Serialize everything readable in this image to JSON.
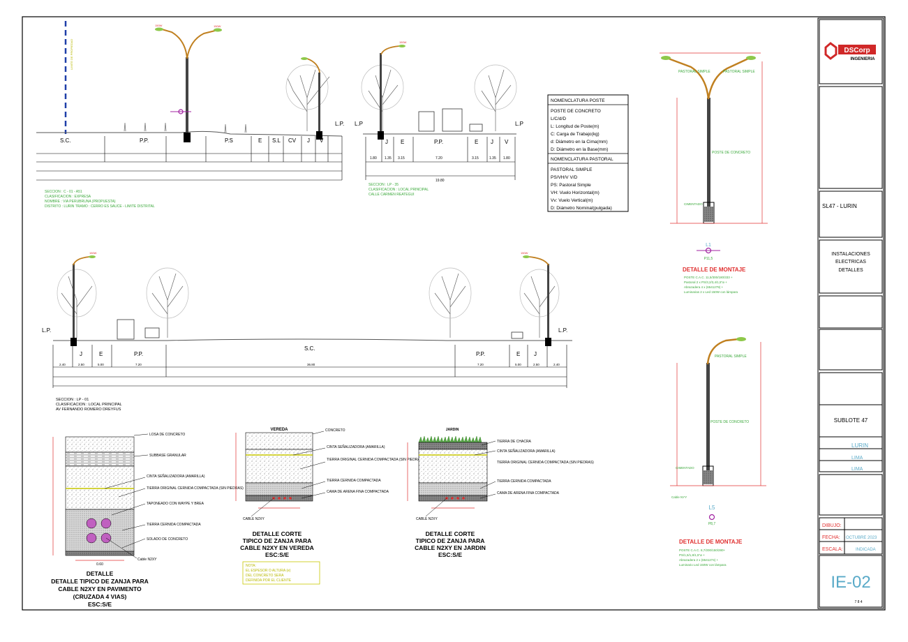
{
  "colors": {
    "line": "#000000",
    "green": "#3aa83a",
    "red": "#e03030",
    "cyan": "#5aaac8",
    "yellow": "#c8c800",
    "blue": "#1e3ea8"
  },
  "top_left_section": {
    "power_labels": [
      "150W",
      "150W"
    ],
    "band_labels": [
      "S.C.",
      "P.P.",
      "P.S",
      "E",
      "S.L",
      "CV",
      "J",
      "V"
    ],
    "lp_label": "L.P.",
    "caption": [
      "SECCION : C - 01 - A51",
      "CLASIFICACION : EXPRESA",
      "NOMBRE   : VIA PERUBRUNA (PROPUESTA)",
      "DISTRITO : LURIN TRAMO : CERRO ES SAUCE - LIMITE DISTRITAL"
    ]
  },
  "top_mid_section": {
    "power_label": "150W",
    "lp_left": "L.P",
    "lp_right": "L.P",
    "band_labels": [
      "J",
      "E",
      "P.P.",
      "E",
      "J",
      "V"
    ],
    "dims": [
      "1.80",
      "1.35",
      "3.15",
      "7.20",
      "3.15",
      "1.35",
      "1.80"
    ],
    "total": "19.80",
    "caption": [
      "SECCION : LP - 35",
      "CLASIFICACION : LOCAL PRINCIPAL",
      "CALLE CARMEN REATEGUI"
    ]
  },
  "nomenclature": {
    "poste_title": "NOMENCLATURA POSTE",
    "poste_lines": [
      "POSTE DE CONCRETO",
      "L/C/d/D",
      "L: Longitud de Poste(m)",
      "C: Carga de Trabajo(kg)",
      "d: Diámetro en la Cima(mm)",
      "D: Diámetro en la Base(mm)"
    ],
    "pastoral_title": "NOMENCLATURA PASTORAL",
    "pastoral_lines": [
      "PASTORAL SIMPLE",
      "PS/VH/V V/D",
      "PS: Pastoral Simple",
      "VH: Vuelo Horizontal(m)",
      "Vv: Vuelo Vertical(m)",
      "D: Diámetro Nominal(pulgada)"
    ]
  },
  "mount_detail_1": {
    "top_labels": [
      "PASTORAL SIMPLE",
      "PASTORAL SIMPLE"
    ],
    "pole_label": "POSTE DE CONCRETO",
    "base_label": "CIMENTADO",
    "symbol_id": "L1",
    "symbol_code": "P11,5",
    "title": "DETALLE  DE  MONTAJE",
    "lines": [
      "POSTE C.A.C. 11,5/300/180/333 +",
      "Pastoral 2 x PS/3,2/3,4/1,5\"ø +",
      "Abrazadera 4 x (6541279) +",
      "Luminarias 2 x Led 150W con lámpara"
    ]
  },
  "mount_detail_2": {
    "top_label": "PASTORAL SIMPLE",
    "pole_label": "POSTE DE CONCRETO",
    "base_label": "CIMENTADO",
    "cable_label": "Cable NYY",
    "symbol_id": "L5",
    "symbol_code": "P8,7",
    "title": "DETALLE  DE  MONTAJE",
    "lines": [
      "POSTE C.A.C. 8,7/200/150/280+",
      "PS/1,5/1,8/1,5\"ø +",
      "Abrazadera 2 x (6541274) +",
      "Luminario Led 150W con lámpara"
    ]
  },
  "bottom_section": {
    "power_labels": [
      "150W",
      "150W"
    ],
    "lp_left": "L.P.",
    "lp_right": "L.P.",
    "band_labels": [
      "J",
      "E",
      "P.P.",
      "S.C.",
      "P.P.",
      "E",
      "J"
    ],
    "dims": [
      "2.40",
      "2.50",
      "5.00",
      "7.20",
      "36.80",
      "7.20",
      "5.00",
      "2.50",
      "2.40"
    ],
    "caption": [
      "SECCION : LP - 01",
      "CLASIFICACION : LOCAL PRINCIPAL",
      "AV FERNANDO ROMERO DREYFUS"
    ]
  },
  "trench_pavement": {
    "labels": [
      "LOSA DE CONCRETO",
      "SUBBASE GRANULAR",
      "CINTA SEÑALIZADORA (AMARILLA)",
      "TIERRA ORIGINAL CERNIDA COMPACTADA (SIN PIEDRAS)",
      "TAPONEADO CON WAYPE Y BREA",
      "TIERRA CERNIDA COMPACTADA",
      "SOLADO DE CONCRETO",
      "Cable N2XY"
    ],
    "dim_bottom": "0.60",
    "title": [
      "DETALLE",
      "DETALLE TIPICO DE ZANJA PARA",
      "CABLE N2XY EN PAVIMENTO",
      "(CRUZADA 4 VIAS)",
      "ESC:S/E"
    ]
  },
  "trench_sidewalk": {
    "header": "VEREDA",
    "labels": [
      "CONCRETO",
      "CINTA SEÑALIZADORA (AMARILLA)",
      "TIERRA ORIGINAL CERNIDA COMPACTADA (SIN PIEDRAS)",
      "TIERRA CERNIDA COMPACTADA",
      "CAMA DE ARENA FINA COMPACTADA"
    ],
    "cable_label": "CABLE N2XY",
    "title": [
      "DETALLE  CORTE",
      "TIPICO DE ZANJA PARA",
      "CABLE N2XY EN VEREDA",
      "ESC:S/E"
    ],
    "note": [
      "NOTA:",
      "EL ESPESOR O ALTURA (e)",
      "DEL CONCRETO SERA",
      "DEFINIDA POR EL CLIENTE"
    ]
  },
  "trench_garden": {
    "header": "JARDIN",
    "labels": [
      "TIERRA DE CHACRA",
      "CINTA SEÑALIZADORA (AMARILLA)",
      "TIERRA ORIGINAL CERNIDA COMPACTADA (SIN PIEDRAS)",
      "TIERRA CERNIDA COMPACTADA",
      "CAMA DE ARENA FINA COMPACTADA"
    ],
    "cable_label": "CABLE N2XY",
    "title": [
      "DETALLE  CORTE",
      "TIPICO DE ZANJA PARA",
      "CABLE N2XY EN JARDIN",
      "ESC:S/E"
    ]
  },
  "title_block": {
    "logo_text": "DSCorp",
    "logo_sub": "INGENIERIA",
    "project": "SL47 - LURIN",
    "drawing_title": [
      "INSTALACIONES",
      "ELECTRICAS",
      "DETALLES"
    ],
    "sublot": "SUBLOTE 47",
    "district": "LURIN",
    "province": "LIMA",
    "department": "LIMA",
    "dibujo_label": "DIBUJO:",
    "fecha_label": "FECHA:",
    "fecha_value": "OCTUBRE 2023",
    "escala_label": "ESCALA:",
    "escala_value": "INDICADA",
    "sheet_code": "IE-02",
    "sheet_count": "7   8   4"
  }
}
